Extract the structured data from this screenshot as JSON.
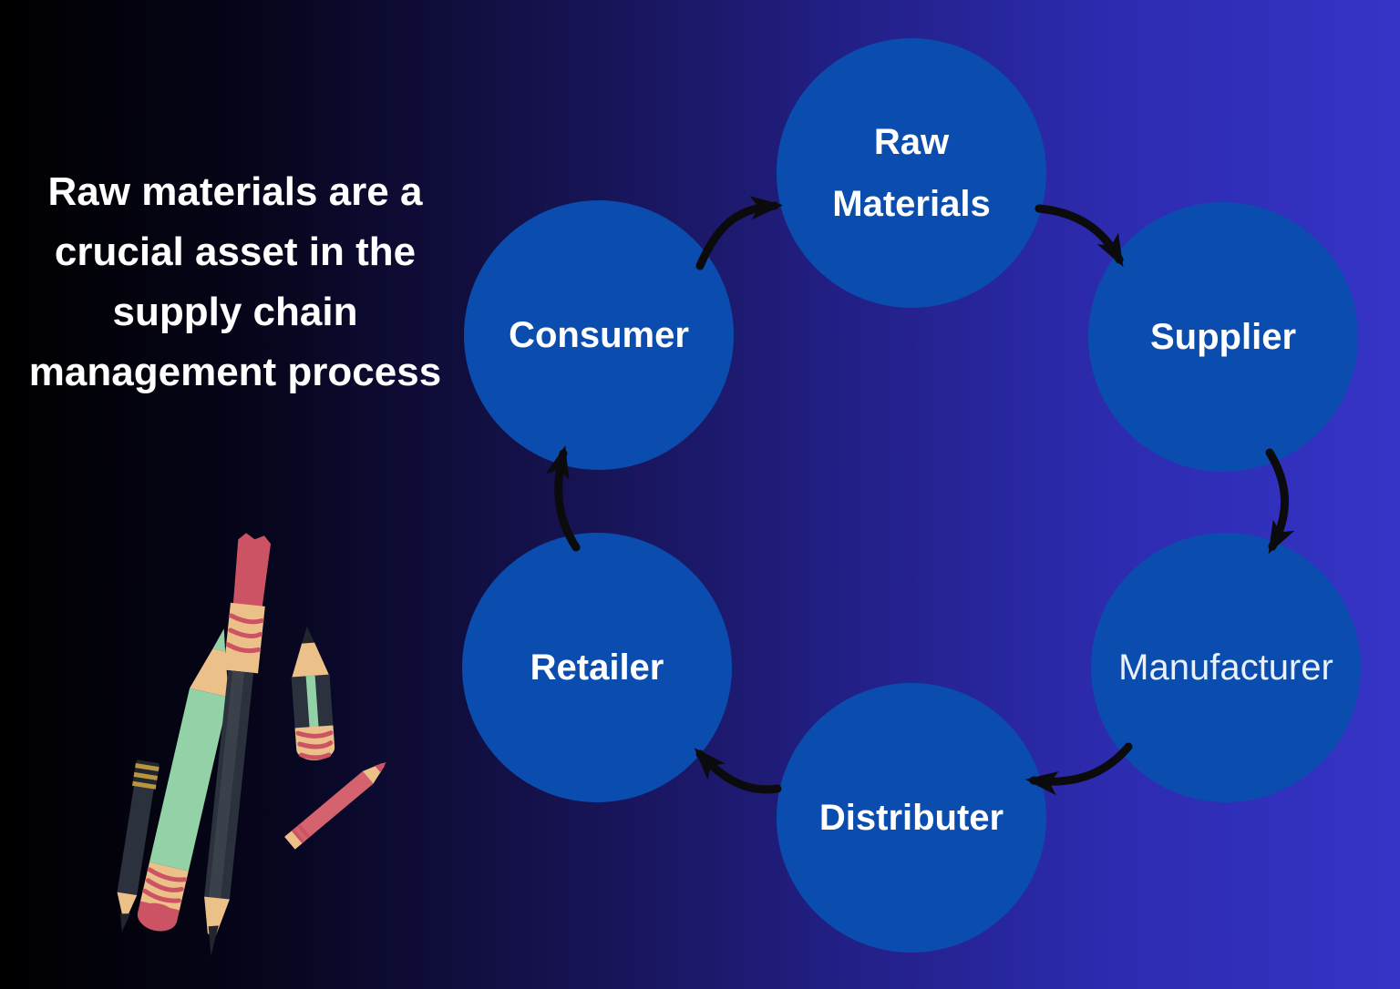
{
  "headline": {
    "lines": [
      "Raw materials are a",
      "crucial asset in the",
      "supply chain",
      "management process"
    ]
  },
  "diagram": {
    "nodes": [
      {
        "id": "raw-materials",
        "label": "Raw Materials"
      },
      {
        "id": "supplier",
        "label": "Supplier"
      },
      {
        "id": "manufacturer",
        "label": "Manufacturer"
      },
      {
        "id": "distributer",
        "label": "Distributer"
      },
      {
        "id": "retailer",
        "label": "Retailer"
      },
      {
        "id": "consumer",
        "label": "Consumer"
      }
    ],
    "arrows": [
      {
        "from": "consumer",
        "to": "raw-materials"
      },
      {
        "from": "raw-materials",
        "to": "supplier"
      },
      {
        "from": "supplier",
        "to": "manufacturer"
      },
      {
        "from": "manufacturer",
        "to": "distributer"
      },
      {
        "from": "distributer",
        "to": "retailer"
      },
      {
        "from": "retailer",
        "to": "consumer"
      }
    ],
    "colors": {
      "node_fill": "#0b4dae",
      "label_text": "#ffffff",
      "arrow": "#0b0b0d"
    }
  },
  "background": {
    "gradient_left": "#000000",
    "gradient_right": "#3534c6"
  },
  "illustration": {
    "name": "pencils-and-paintbrush",
    "colors": {
      "mint": "#92d2a6",
      "tan": "#ecc089",
      "red": "#cc5363",
      "red_light": "#d5626f",
      "dark": "#2b323d",
      "dark_light": "#3a414b",
      "gold": "#b8953f",
      "lead": "#20252e"
    }
  }
}
